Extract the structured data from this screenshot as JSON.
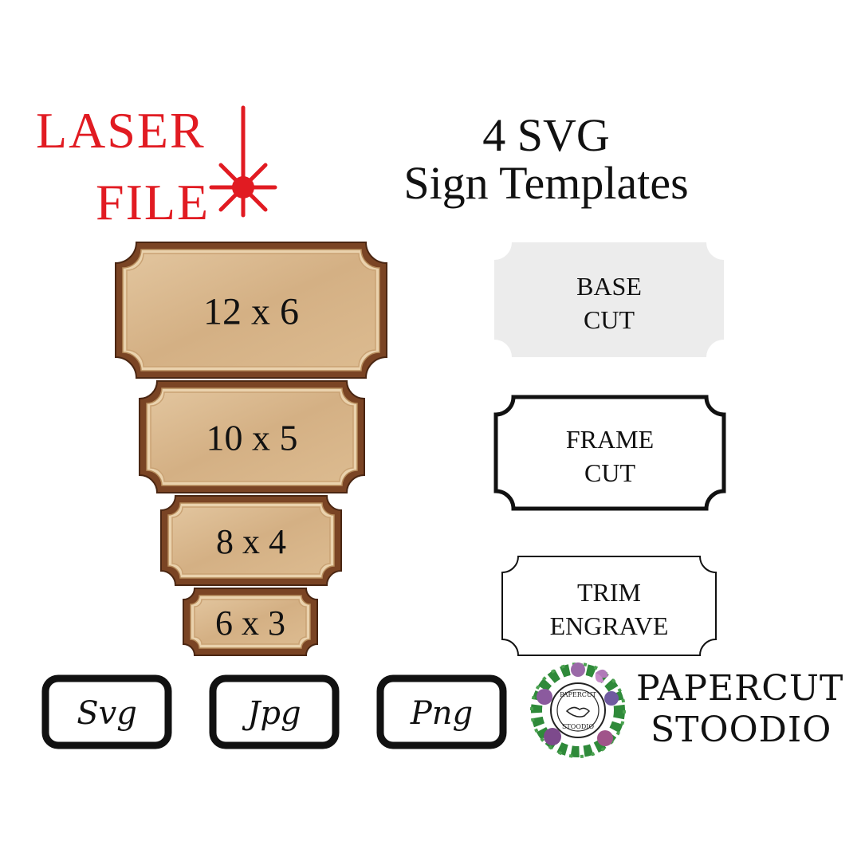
{
  "logo": {
    "line1": "LASER",
    "line2": "FILE",
    "icon": "laser-beam-icon",
    "color": "#e11b22"
  },
  "headline": {
    "line1": "4 SVG",
    "line2": "Sign Templates"
  },
  "signs": [
    {
      "label": "12 x 6"
    },
    {
      "label": "10 x 5"
    },
    {
      "label": "8 x 4"
    },
    {
      "label": "6 x 3"
    }
  ],
  "templates": [
    {
      "line1": "BASE",
      "line2": "CUT",
      "style": "filled-gray"
    },
    {
      "line1": "FRAME",
      "line2": "CUT",
      "style": "thick-outline"
    },
    {
      "line1": "TRIM",
      "line2": "ENGRAVE",
      "style": "thin-outline"
    }
  ],
  "formats": [
    {
      "label": "Svg"
    },
    {
      "label": "Jpg"
    },
    {
      "label": "Png"
    }
  ],
  "brand": {
    "line1": "PAPERCUT",
    "line2": "STOODIO",
    "badge_line1": "PAPERCUT",
    "badge_line2": "STOODIO"
  },
  "colors": {
    "wood_light": "#d9b98f",
    "wood_dark": "#7a4424",
    "base_gray": "#ececec"
  }
}
